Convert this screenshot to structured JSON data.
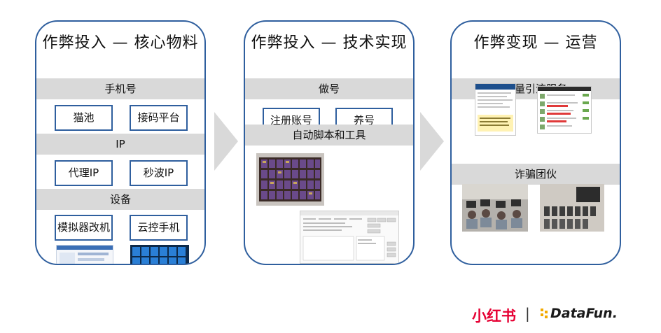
{
  "panels": [
    {
      "title": "作弊投入 — 核心物料",
      "sections": [
        {
          "label": "手机号",
          "items": [
            "猫池",
            "接码平台"
          ]
        },
        {
          "label": "IP",
          "items": [
            "代理IP",
            "秒波IP"
          ]
        },
        {
          "label": "设备",
          "items": [
            "模拟器改机",
            "云控手机"
          ]
        }
      ]
    },
    {
      "title": "作弊投入 — 技术实现",
      "sections": [
        {
          "label": "做号",
          "items": [
            "注册账号",
            "养号"
          ]
        },
        {
          "label": "自动脚本和工具",
          "items": []
        }
      ]
    },
    {
      "title": "作弊变现 — 运营",
      "sections": [
        {
          "label": "刷量引流服务",
          "items": []
        },
        {
          "label": "诈骗团伙",
          "items": []
        }
      ]
    }
  ],
  "logos": {
    "xiaohongshu": "小红书",
    "separator": "|",
    "datafun": "DataFun."
  },
  "colors": {
    "border": "#2f5f9e",
    "band": "#d9d9d9",
    "arrow": "#d9d9d9",
    "xiaohongshu": "#e60033",
    "datafun_accent": "#f2a900"
  }
}
